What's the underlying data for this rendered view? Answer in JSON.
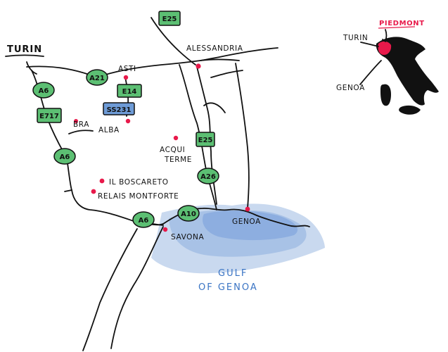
{
  "colors": {
    "accent": "#e8194a",
    "motorway_green": "#5cbf73",
    "state_road_blue": "#6e9bd6",
    "sea_light": "#c9d9ef",
    "sea_mid": "#a8c2e6",
    "sea_dark": "#8daee0",
    "gulf_text": "#3a74c4"
  },
  "places": {
    "turin": "TURIN",
    "alessandria": "ALESSANDRIA",
    "asti": "ASTI",
    "bra": "BRA",
    "alba": "ALBA",
    "acqui_line1": "ACQUI",
    "acqui_line2": "TERME",
    "il_boscareto": "IL BOSCARETO",
    "relais_montforte": "RELAIS MONTFORTE",
    "savona": "SAVONA",
    "genoa": "GENOA"
  },
  "roads": {
    "e25_top": "E25",
    "a21": "A21",
    "e14": "E14",
    "ss231": "SS231",
    "a6_north": "A6",
    "e717": "E717",
    "a6_mid": "A6",
    "a6_south": "A6",
    "a10": "A10",
    "e25_mid": "E25",
    "a26": "A26"
  },
  "sea": {
    "line1": "GULF",
    "line2": "OF GENOA"
  },
  "inset": {
    "region": "PIEDMONT",
    "turin": "TURIN",
    "genoa": "GENOA"
  }
}
